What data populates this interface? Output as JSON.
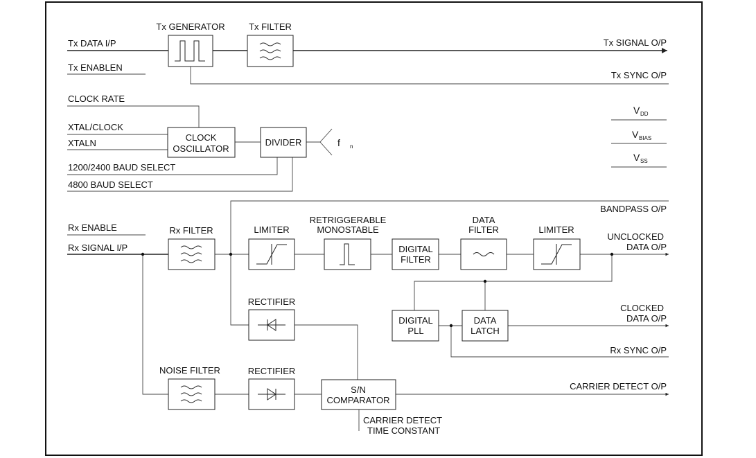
{
  "blocks": {
    "tx_generator": "Tx GENERATOR",
    "tx_filter": "Tx FILTER",
    "clock_osc_1": "CLOCK",
    "clock_osc_2": "OSCILLATOR",
    "divider": "DIVIDER",
    "rx_filter": "Rx FILTER",
    "limiter_1": "LIMITER",
    "retrig_1": "RETRIGGERABLE",
    "retrig_2": "MONOSTABLE",
    "digital_filter_1": "DIGITAL",
    "digital_filter_2": "FILTER",
    "data_filter_1": "DATA",
    "data_filter_2": "FILTER",
    "limiter_2": "LIMITER",
    "rectifier_1": "RECTIFIER",
    "digital_pll_1": "DIGITAL",
    "digital_pll_2": "PLL",
    "data_latch_1": "DATA",
    "data_latch_2": "LATCH",
    "noise_filter": "NOISE FILTER",
    "rectifier_2": "RECTIFIER",
    "sn_comp_1": "S/N",
    "sn_comp_2": "COMPARATOR"
  },
  "inputs": {
    "tx_data": "Tx   DATA   I/P",
    "tx_enable": "Tx   ENABLEN",
    "clock_rate": "CLOCK   RATE",
    "xtal_clock": "XTAL/CLOCK",
    "xtaln": "XTALN",
    "baud_1200_2400": "1200/2400 BAUD SELECT",
    "baud_4800": "4800 BAUD SELECT",
    "rx_enable": "Rx ENABLE",
    "rx_signal": "Rx SIGNAL I/P",
    "cd_time_1": "CARRIER DETECT",
    "cd_time_2": "TIME CONSTANT"
  },
  "outputs": {
    "tx_signal": "Tx SIGNAL O/P",
    "tx_sync": "Tx SYNC O/P",
    "bandpass": "BANDPASS O/P",
    "unclocked_1": "UNCLOCKED",
    "unclocked_2": "DATA O/P",
    "clocked_1": "CLOCKED",
    "clocked_2": "DATA O/P",
    "rx_sync": "Rx SYNC O/P",
    "carrier_detect": "CARRIER DETECT O/P"
  },
  "supplies": {
    "vdd_main": "V",
    "vdd_sub": "DD",
    "vbias_main": "V",
    "vbias_sub": "BIAS",
    "vss_main": "V",
    "vss_sub": "SS"
  },
  "fn": {
    "main": "f",
    "sub": "n"
  }
}
